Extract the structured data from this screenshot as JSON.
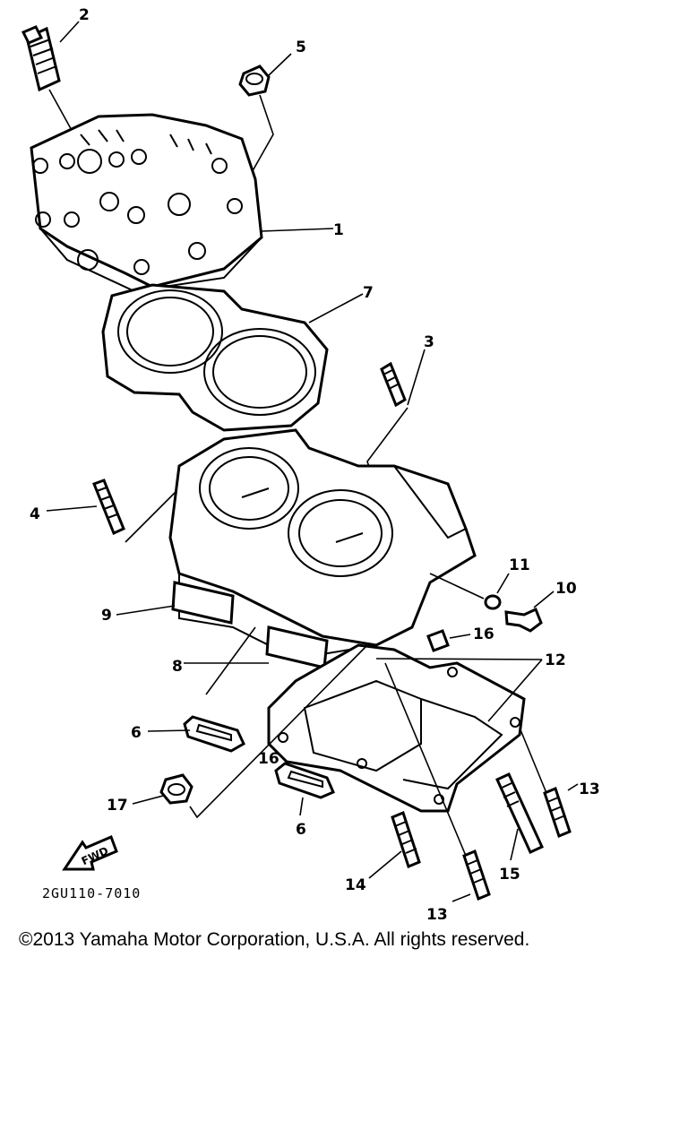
{
  "callouts": {
    "c1": "1",
    "c2": "2",
    "c3": "3",
    "c4": "4",
    "c5": "5",
    "c6a": "6",
    "c6b": "6",
    "c7": "7",
    "c8": "8",
    "c9": "9",
    "c10": "10",
    "c11": "11",
    "c12": "12",
    "c13a": "13",
    "c13b": "13",
    "c14": "14",
    "c15": "15",
    "c16a": "16",
    "c16b": "16",
    "c17": "17"
  },
  "fwd_label": "FWD",
  "drawing_number": "2GU110-7010",
  "copyright": "©2013 Yamaha Motor Corporation, U.S.A. All rights reserved."
}
